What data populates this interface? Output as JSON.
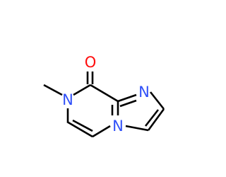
{
  "molecule": {
    "atoms": {
      "oxygen": {
        "symbol": "O",
        "color": "#ff0d0d"
      },
      "n_methyl": {
        "symbol": "N",
        "color": "#3050f8"
      },
      "n_imidazole": {
        "symbol": "N",
        "color": "#3050f8"
      },
      "n_bridgehead": {
        "symbol": "N",
        "color": "#3050f8"
      }
    },
    "bond_color": "#000000"
  }
}
